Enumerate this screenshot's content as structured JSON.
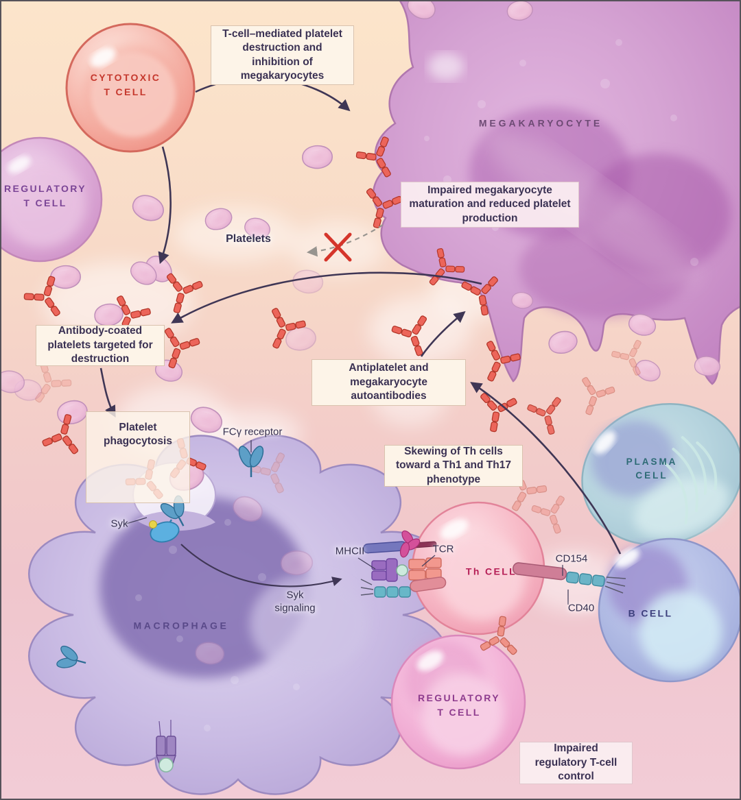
{
  "figure": {
    "subject": "Immune thrombocytopenia pathophysiology diagram"
  },
  "cells": {
    "cytotoxic_t_cell": {
      "label": "CYTOTOXIC\nT CELL",
      "label_color": "#c5382d"
    },
    "regulatory_t_cell_left": {
      "label": "REGULATORY\nT CELL",
      "label_color": "#7b4596"
    },
    "megakaryocyte": {
      "label": "MEGAKARYOCYTE",
      "label_color": "#6d4a74"
    },
    "macrophage": {
      "label": "MACROPHAGE",
      "label_color": "#594989"
    },
    "th_cell": {
      "label": "Th CELL",
      "label_color": "#b51e56"
    },
    "plasma_cell": {
      "label": "PLASMA CELL",
      "label_color": "#2d6b75"
    },
    "b_cell": {
      "label": "B CELL",
      "label_color": "#3c3f7c"
    },
    "regulatory_t_cell_bottom": {
      "label": "REGULATORY\nT CELL",
      "label_color": "#8e3c8e"
    }
  },
  "callouts": {
    "tcell_mediated": {
      "text": "T-cell–mediated platelet destruction and inhibition of megakaryocytes"
    },
    "impaired_megakaryocyte": {
      "text": "Impaired megakaryocyte maturation and reduced platelet production"
    },
    "antibody_coated": {
      "text": "Antibody-coated platelets targeted for destruction"
    },
    "antiplatelet_autoantibodies": {
      "text": "Antiplatelet and megakaryocyte autoantibodies"
    },
    "platelet_phagocytosis": {
      "text": "Platelet phagocytosis"
    },
    "th_skewing": {
      "text": "Skewing of Th cells toward a Th1 and Th17 phenotype"
    },
    "impaired_treg": {
      "text": "Impaired regulatory T-cell control"
    }
  },
  "labels": {
    "platelets": "Platelets",
    "fc_gamma_receptor": "FCγ receptor",
    "syk": "Syk",
    "syk_signaling": "Syk\nsignaling",
    "mhcii": "MHCII",
    "tcr": "TCR",
    "cd154": "CD154",
    "cd40": "CD40"
  },
  "palette": {
    "background_top": "#fce5cb",
    "background_bottom": "#f2ccd6",
    "antibody_red": "#ec655a",
    "platelet_pink": "#eabcd8",
    "arrow_dark": "#3f3655",
    "inhibition_red": "#d5352b",
    "blocked_arrow_gray": "#97948f",
    "callout_bg": "#fdf4e8",
    "callout_text": "#3a3153",
    "fc_receptor_blue": "#5d9fc7",
    "syk_blue": "#5cb0e0",
    "cd154_pink": "#cf7e97",
    "cd40_teal": "#6cb4c7",
    "mhcii_purple": "#9a6cc0",
    "tcr_salmon": "#f2988e"
  }
}
